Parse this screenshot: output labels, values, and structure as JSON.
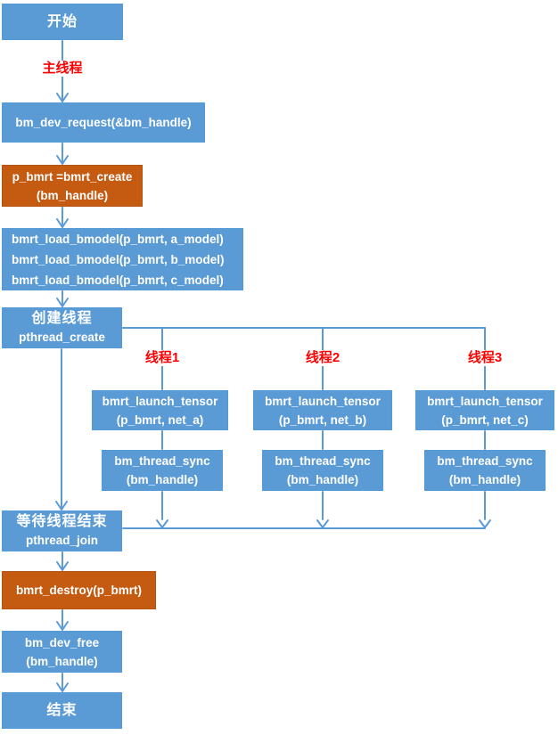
{
  "title": "multi-thread bmruntime flow",
  "colors": {
    "box_blue": "#5b9bd5",
    "box_orange": "#c55a11",
    "label_red": "#ff0000",
    "connector_blue": "#5b9bd5",
    "text_white": "#ffffff",
    "background": "#ffffff"
  },
  "nodes": {
    "start": {
      "label": "开始"
    },
    "main_thread_label": "主线程",
    "dev_request": {
      "label": "bm_dev_request(&bm_handle)"
    },
    "bmrt_create": {
      "line1": "p_bmrt =bmrt_create",
      "line2": "(bm_handle)"
    },
    "load_bmodel": {
      "line1": "bmrt_load_bmodel(p_bmrt, a_model)",
      "line2": "bmrt_load_bmodel(p_bmrt, b_model)",
      "line3": "bmrt_load_bmodel(p_bmrt, c_model)"
    },
    "create_thread": {
      "line1": "创建线程",
      "line2": "pthread_create"
    },
    "threads": [
      {
        "label": "线程1",
        "launch_line1": "bmrt_launch_tensor",
        "launch_line2": "(p_bmrt, net_a)",
        "sync_line1": "bm_thread_sync",
        "sync_line2": "(bm_handle)"
      },
      {
        "label": "线程2",
        "launch_line1": "bmrt_launch_tensor",
        "launch_line2": "(p_bmrt, net_b)",
        "sync_line1": "bm_thread_sync",
        "sync_line2": "(bm_handle)"
      },
      {
        "label": "线程3",
        "launch_line1": "bmrt_launch_tensor",
        "launch_line2": "(p_bmrt, net_c)",
        "sync_line1": "bm_thread_sync",
        "sync_line2": "(bm_handle)"
      }
    ],
    "join": {
      "line1": "等待线程结束",
      "line2": "pthread_join"
    },
    "destroy": {
      "label": "bmrt_destroy(p_bmrt)"
    },
    "dev_free": {
      "line1": "bm_dev_free",
      "line2": "(bm_handle)"
    },
    "end": {
      "label": "结束"
    }
  }
}
